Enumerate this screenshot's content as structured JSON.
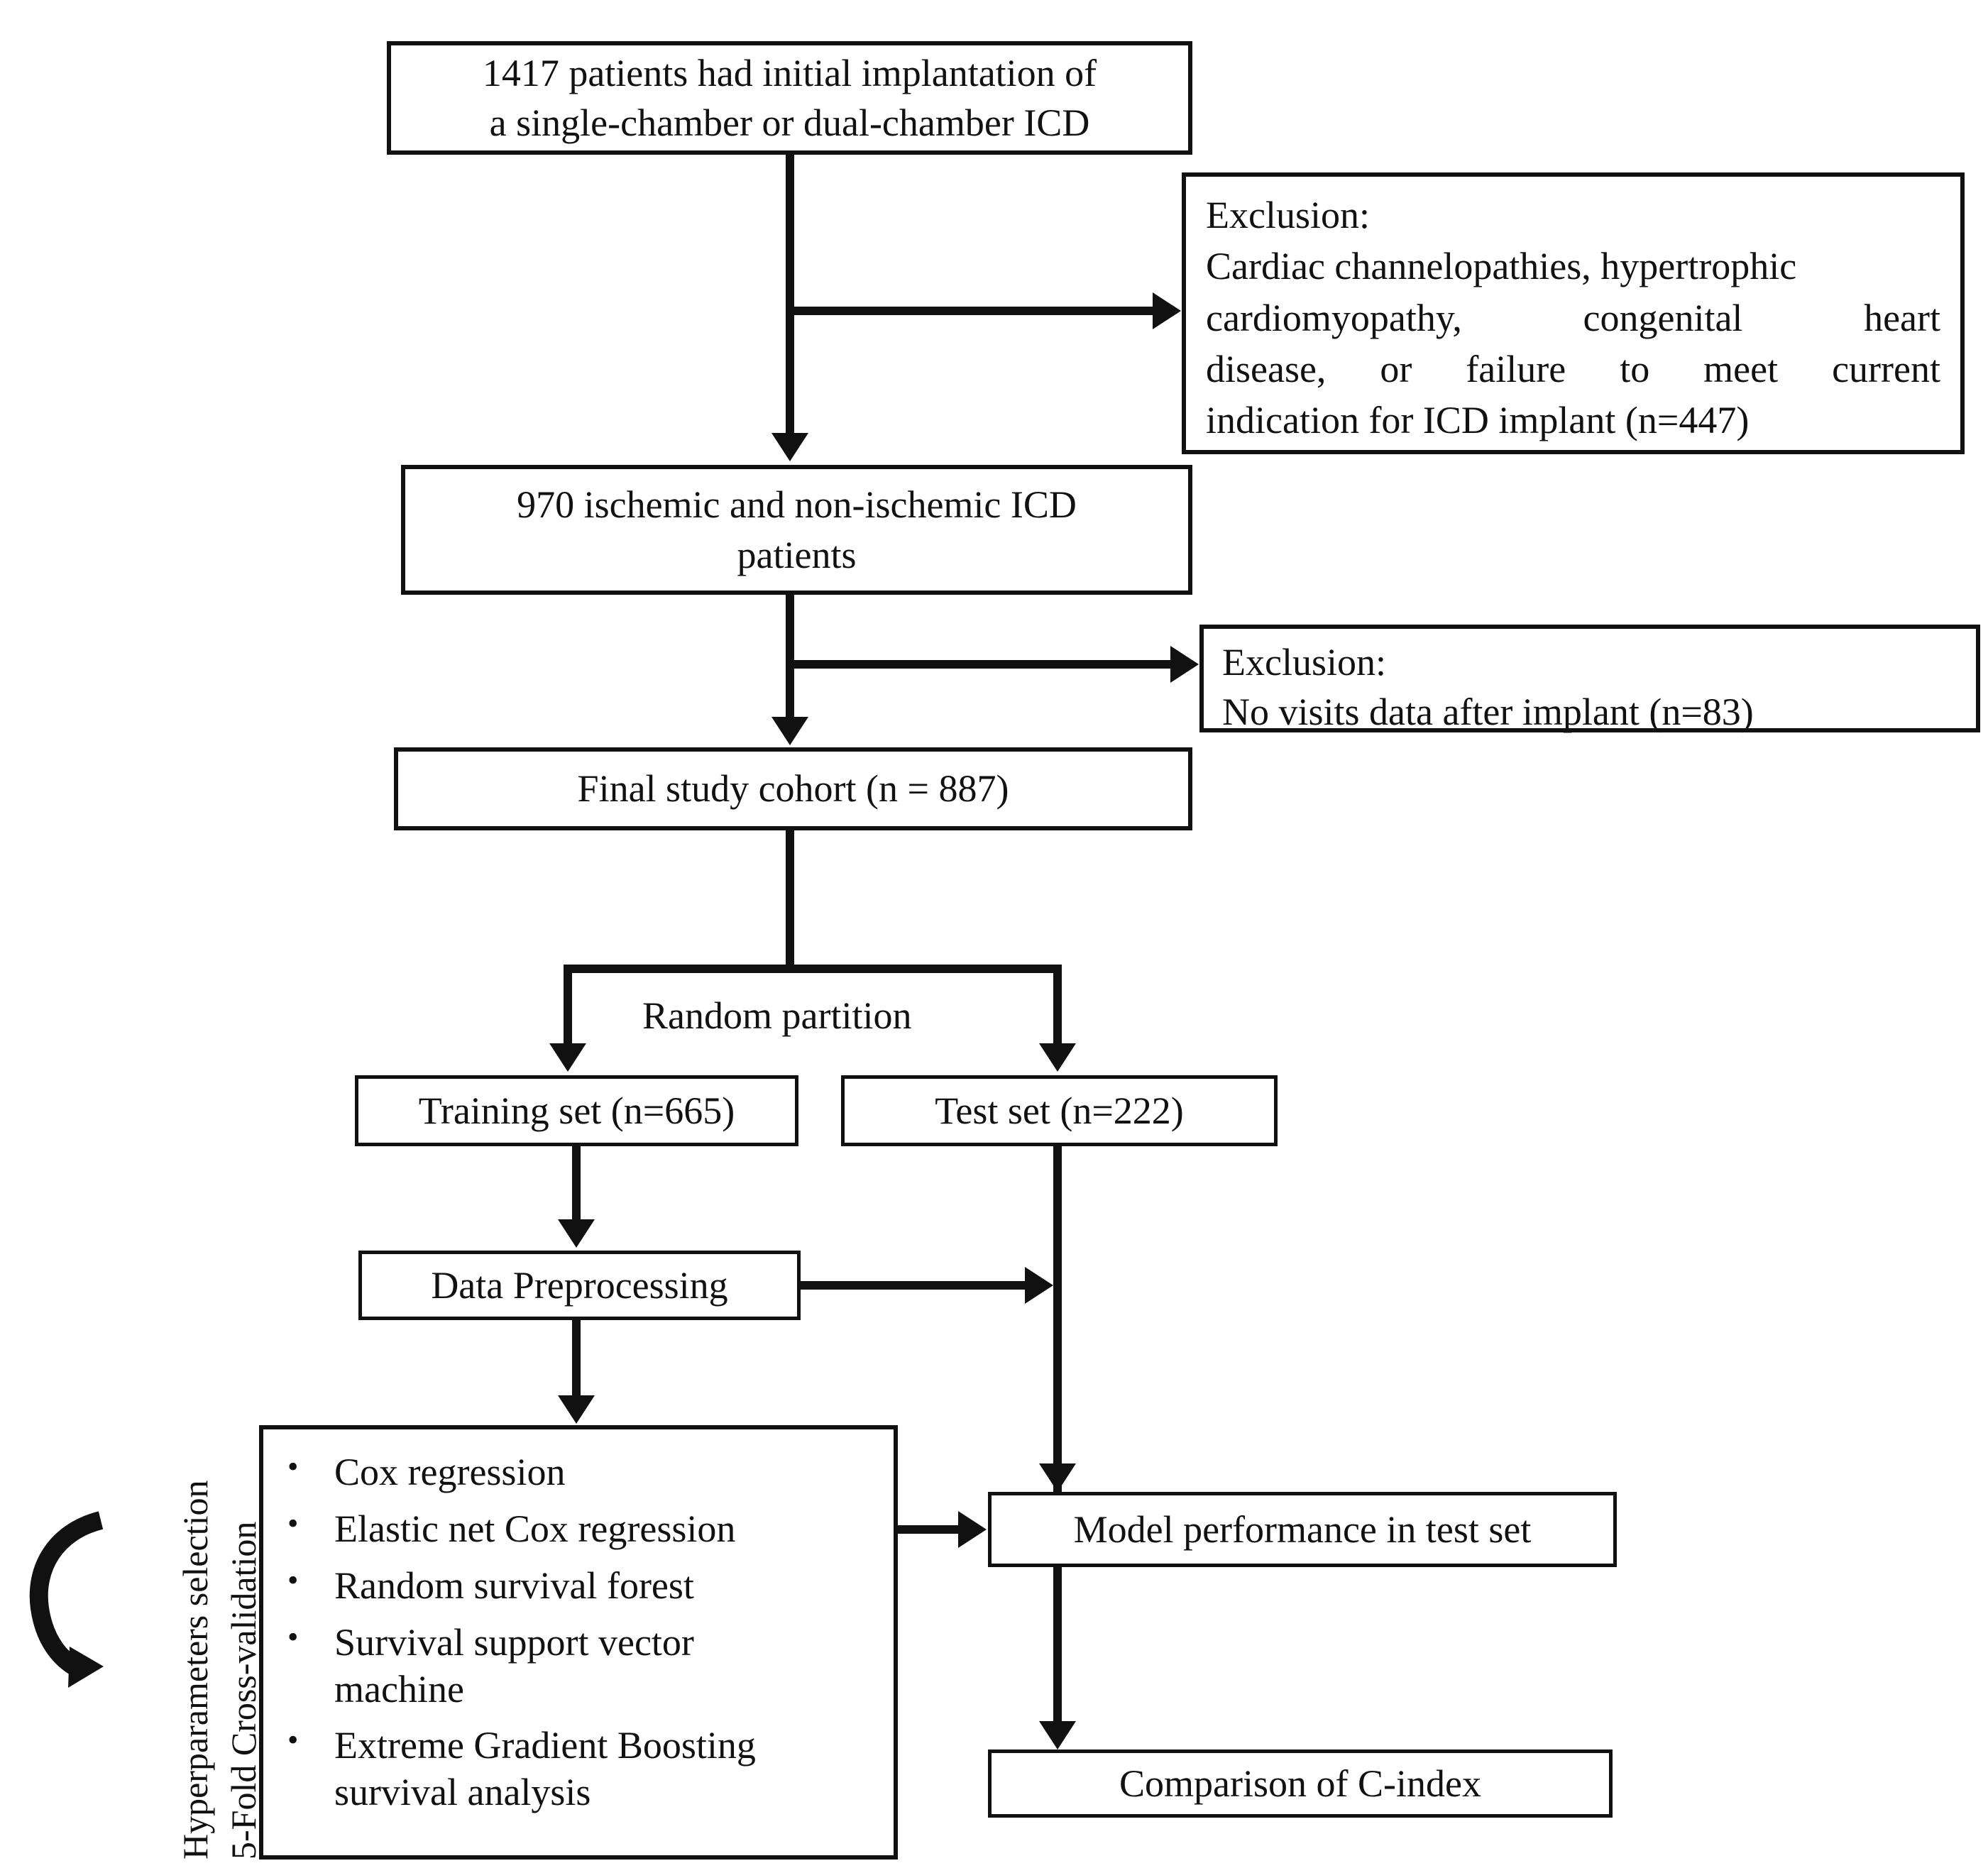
{
  "diagram": {
    "title": "ICD patient cohort selection and survival-model development flowchart",
    "colors": {
      "stroke": "#111111",
      "background": "#ffffff"
    }
  },
  "nodes": {
    "cohort_initial": {
      "line1": "1417 patients had initial implantation of",
      "line2": "a single-chamber or dual-chamber ICD"
    },
    "exclusion_1": {
      "heading": "Exclusion:",
      "body_line1": "Cardiac channelopathies, hypertrophic",
      "body_line2": "cardiomyopathy, congenital heart",
      "body_line3": "disease, or failure to meet current",
      "body_line4": "indication for ICD implant (n=447)"
    },
    "cohort_970": {
      "line1": "970 ischemic and non-ischemic ICD",
      "line2": "patients"
    },
    "exclusion_2": {
      "heading": "Exclusion:",
      "body": "No visits data after implant (n=83)"
    },
    "final_cohort": {
      "label": "Final study cohort (n = 887)"
    },
    "random_partition": {
      "label": "Random partition"
    },
    "training_set": {
      "label": "Training set (n=665)"
    },
    "test_set": {
      "label": "Test set (n=222)"
    },
    "data_preprocessing": {
      "label": "Data Preprocessing"
    },
    "models": {
      "items": [
        "Cox regression",
        "Elastic net Cox regression",
        "Random survival forest",
        "Survival support vector machine",
        "Extreme Gradient Boosting survival analysis"
      ]
    },
    "model_performance": {
      "label": "Model performance in test set"
    },
    "comparison": {
      "label": "Comparison of C-index"
    }
  },
  "side_labels": {
    "hyperparameters": "Hyperparameters selection",
    "cross_validation": "5-Fold Cross-validation"
  },
  "icons": {
    "cycle_arrow": "curved-cycle-arrow"
  }
}
